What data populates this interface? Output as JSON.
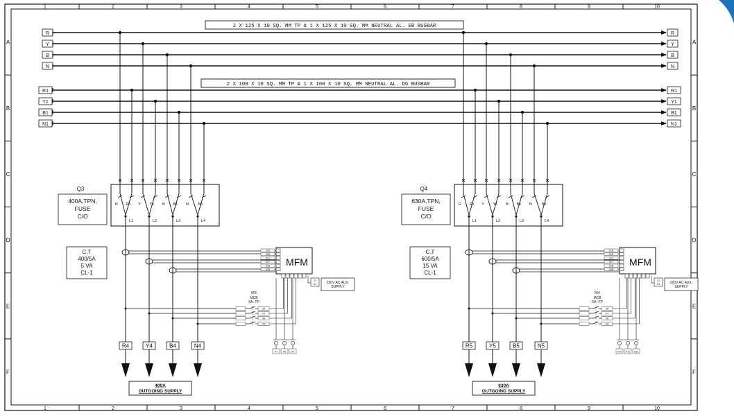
{
  "grid": {
    "columns": [
      "1",
      "2",
      "3",
      "4",
      "5",
      "6",
      "7",
      "8",
      "9",
      "10"
    ],
    "rows": [
      "A",
      "B",
      "C",
      "D",
      "E",
      "F"
    ]
  },
  "eb_busbar": {
    "title": "2 X 125 X 10 SQ. MM TP & 1 X 125 X 10 SQ. MM NEUTRAL AL. EB BUSBAR",
    "phases": [
      "R",
      "Y",
      "B",
      "N"
    ]
  },
  "dg_busbar": {
    "title": "2 X 100 X 10 SQ. MM TP & 1 X 100 X 10 SQ. MM NEUTRAL AL. DG BUSBAR",
    "phases": [
      "R1",
      "Y1",
      "B1",
      "N1"
    ]
  },
  "panels": [
    {
      "switch_id": "Q3",
      "switch_desc": [
        "400A,TPN,",
        "FUSE",
        "C/O"
      ],
      "pole_labels": [
        "R",
        "R1",
        "Y",
        "Y1",
        "B",
        "B1",
        "N",
        "N1"
      ],
      "load_labels": [
        "L1",
        "L2",
        "L3",
        "L4"
      ],
      "ct_desc": [
        "C.T",
        "400/5A",
        "5 VA",
        "CL-1"
      ],
      "meter": "MFM",
      "meter_terminals": [
        "S1R",
        "S2R",
        "S1Y",
        "S2Y",
        "S1B",
        "S2B"
      ],
      "mcb_id": "M3",
      "mcb_desc": [
        "MCB",
        "6A- FP"
      ],
      "mcb_terminals": [
        "VR",
        "VY",
        "VB",
        "VN"
      ],
      "aux_terms": [
        "X1",
        "X2"
      ],
      "aux_label": [
        "220V AC AUX.",
        "SUPPLY"
      ],
      "fuse_labels": [
        "X7",
        "X8",
        "X9"
      ],
      "outgoing_labels": [
        "R4",
        "Y4",
        "B4",
        "N4"
      ],
      "supply_rating": "400A",
      "supply_label": "OUTGOING SUPPLY"
    },
    {
      "switch_id": "Q4",
      "switch_desc": [
        "630A,TPN,",
        "FUSE",
        "C/O"
      ],
      "pole_labels": [
        "R",
        "R1",
        "Y",
        "Y1",
        "B",
        "B1",
        "N",
        "N1"
      ],
      "load_labels": [
        "L1",
        "L2",
        "L3",
        "L4"
      ],
      "ct_desc": [
        "C.T",
        "600/5A",
        "15 VA",
        "CL-1"
      ],
      "meter": "MFM",
      "meter_terminals": [
        "S1R",
        "S2R",
        "S1Y",
        "S2Y",
        "S1B",
        "S2B"
      ],
      "mcb_id": "M4",
      "mcb_desc": [
        "MCB",
        "6A- FP"
      ],
      "mcb_terminals": [
        "VR",
        "VY",
        "VB",
        "VN"
      ],
      "aux_terms": [
        "X1",
        "X2"
      ],
      "aux_label": [
        "220V AC AUX.",
        "SUPPLY"
      ],
      "fuse_labels": [
        "X10",
        "X11",
        "X12"
      ],
      "outgoing_labels": [
        "R5",
        "Y5",
        "B5",
        "N5"
      ],
      "supply_rating": "630A",
      "supply_label": "OUTGOING SUPPLY"
    }
  ],
  "colors": {
    "ink": "#111111",
    "border": "#222222",
    "accent": "#1e73b8"
  }
}
